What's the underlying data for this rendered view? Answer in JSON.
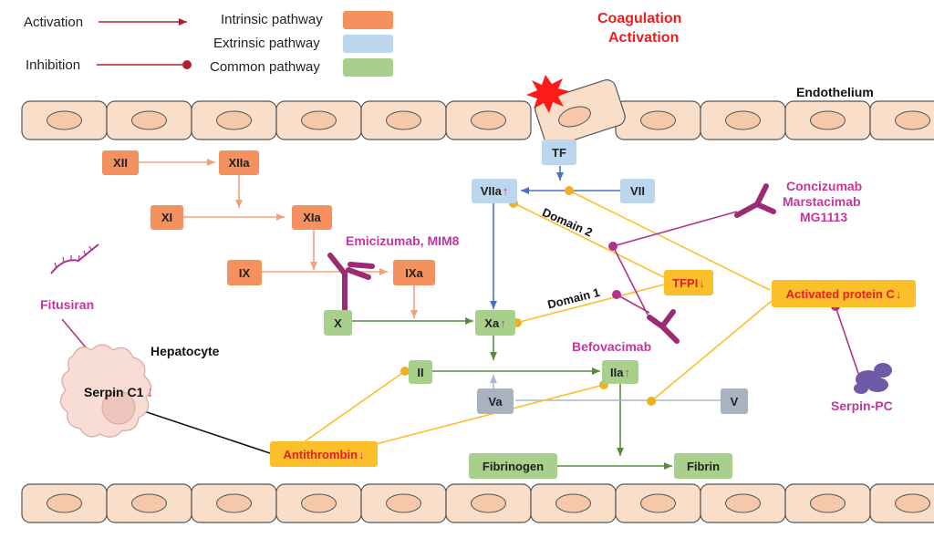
{
  "title": {
    "line1": "Coagulation",
    "line2": "Activation"
  },
  "legend": {
    "activation": "Activation",
    "inhibition": "Inhibition",
    "intrinsic": "Intrinsic pathway",
    "extrinsic": "Extrinsic pathway",
    "common": "Common pathway",
    "colors": {
      "intrinsic": "#f4915e",
      "extrinsic": "#bcd6ee",
      "common": "#a9cf8c",
      "activation": "#b3202c",
      "inhibition": "#b3202c",
      "inhibitor_box": "#fbbf2a",
      "drug": "#c2379b"
    }
  },
  "labels": {
    "endothelium": "Endothelium",
    "hepatocyte": "Hepatocyte",
    "domain2": "Domain 2",
    "domain1": "Domain 1"
  },
  "factors": {
    "xii": "XII",
    "xiia": "XIIa",
    "xi": "XI",
    "xia": "XIa",
    "ix": "IX",
    "ixa": "IXa",
    "x": "X",
    "xa": "Xa",
    "tf": "TF",
    "viia": "VIIa",
    "vii": "VII",
    "ii": "II",
    "iia": "IIa",
    "va": "Va",
    "v": "V",
    "fibrinogen": "Fibrinogen",
    "fibrin": "Fibrin"
  },
  "arrows": {
    "up": "↑",
    "down": "↓"
  },
  "inhibitors": {
    "tfpi": "TFPI",
    "apc": "Activated protein C",
    "antithrombin": "Antithrombin",
    "serpin": "Serpin C1"
  },
  "drugs": {
    "fitusiran": "Fitusiran",
    "emicizumab": "Emicizumab, MIM8",
    "concizumab": "Concizumab",
    "marstacimab": "Marstacimab",
    "mg1113": "MG1113",
    "befovacimab": "Befovacimab",
    "serpin_pc": "Serpin-PC"
  }
}
